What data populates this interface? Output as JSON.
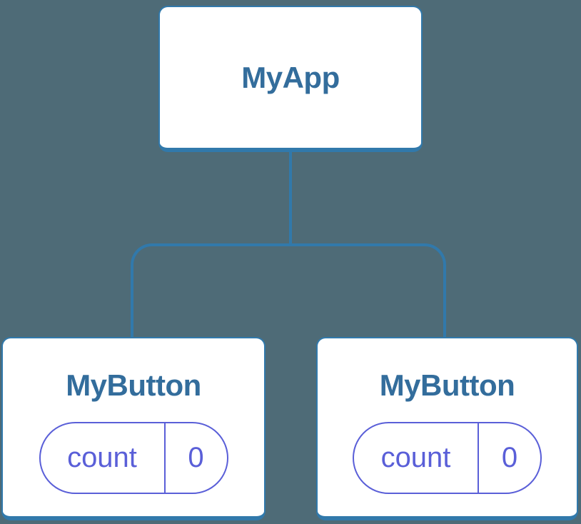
{
  "diagram": {
    "title": "component-state-tree",
    "root": {
      "label": "MyApp"
    },
    "children": [
      {
        "label": "MyButton",
        "state": {
          "key": "count",
          "value": "0"
        }
      },
      {
        "label": "MyButton",
        "state": {
          "key": "count",
          "value": "0"
        }
      }
    ],
    "colors": {
      "background": "#4e6b77",
      "node_border": "#3179ab",
      "node_title_text": "#336d9c",
      "connector": "#3179ab",
      "state_accent": "#5a5fd8",
      "card_background": "#ffffff"
    }
  }
}
